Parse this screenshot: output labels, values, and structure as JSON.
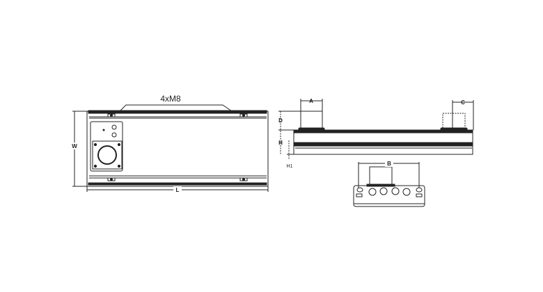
{
  "top_view": {
    "bolt_label": "4xM8",
    "width_label": "W",
    "length_label": "L"
  },
  "side_view": {
    "a_label": "A",
    "c_label": "C",
    "d_label": "D",
    "h_label": "H",
    "h1_label": "H1"
  },
  "end_view": {
    "b_label": "B"
  },
  "colors": {
    "line": "#222222",
    "background": "#ffffff"
  }
}
